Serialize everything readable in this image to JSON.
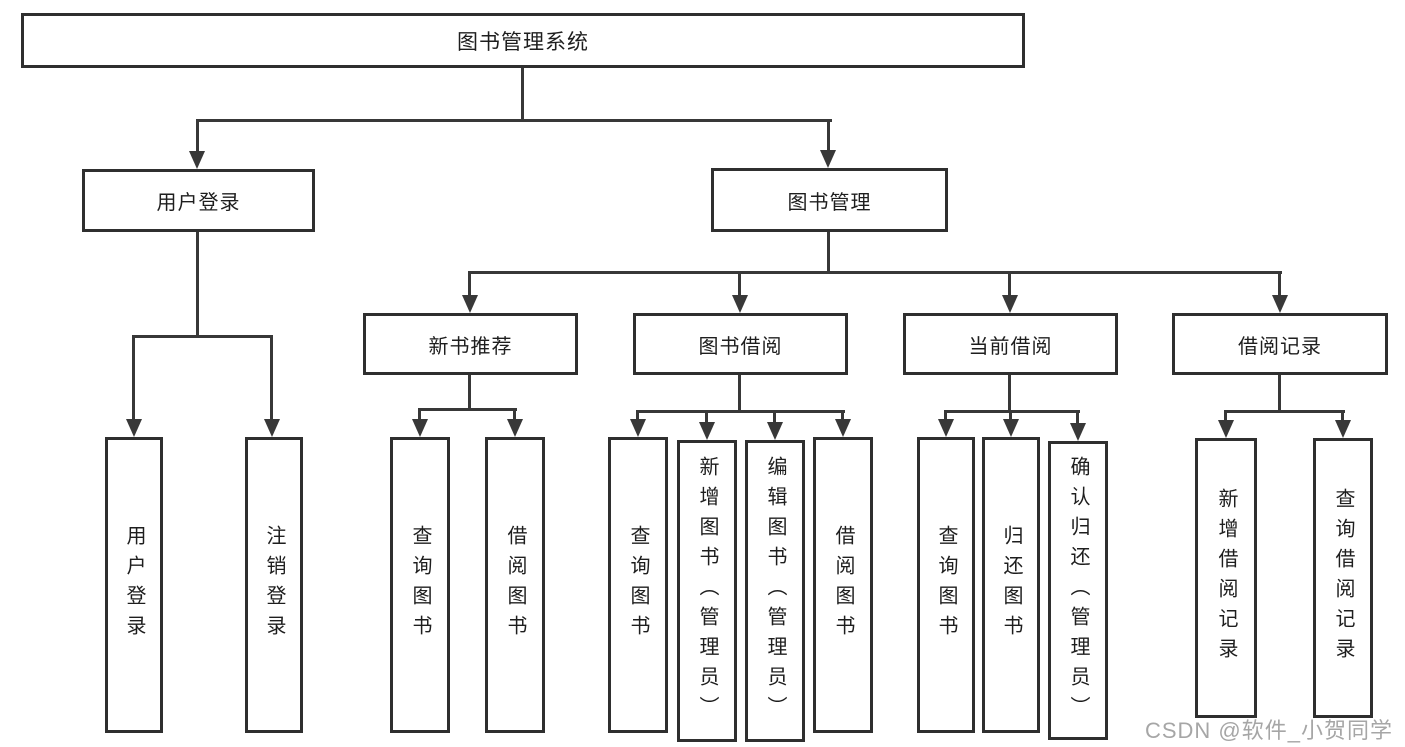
{
  "diagram_title": "图书管理系统",
  "tree": {
    "root": {
      "label": "图书管理系统"
    },
    "children": [
      {
        "label": "用户登录",
        "children": [
          {
            "label": "用户登录"
          },
          {
            "label": "注销登录"
          }
        ]
      },
      {
        "label": "图书管理",
        "children": [
          {
            "label": "新书推荐",
            "children": [
              {
                "label": "查询图书"
              },
              {
                "label": "借阅图书"
              }
            ]
          },
          {
            "label": "图书借阅",
            "children": [
              {
                "label": "查询图书"
              },
              {
                "label": "新增图书（管理员）"
              },
              {
                "label": "编辑图书（管理员）"
              },
              {
                "label": "借阅图书"
              }
            ]
          },
          {
            "label": "当前借阅",
            "children": [
              {
                "label": "查询图书"
              },
              {
                "label": "归还图书"
              },
              {
                "label": "确认归还（管理员）"
              }
            ]
          },
          {
            "label": "借阅记录",
            "children": [
              {
                "label": "新增借阅记录"
              },
              {
                "label": "查询借阅记录"
              }
            ]
          }
        ]
      }
    ]
  },
  "colors": {
    "line": "#383838",
    "border": "#2f2f2f",
    "text": "#1e1e1e",
    "watermark": "#9e9e9e"
  },
  "watermark": {
    "text": "CSDN @软件_小贺同学"
  }
}
